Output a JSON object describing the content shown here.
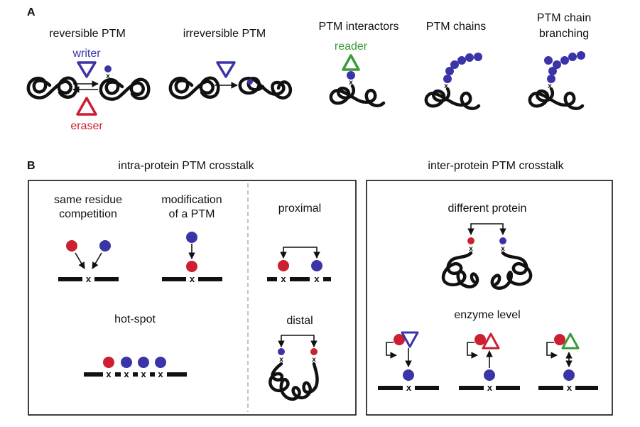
{
  "colors": {
    "blue": "#3a34a8",
    "red": "#cc1f2f",
    "green": "#3a9a3a",
    "black": "#111111"
  },
  "icons": [
    "protein-coil",
    "ptm-circle",
    "triangle-enzyme",
    "residue-bar",
    "x-mark"
  ],
  "panel_a": {
    "letter": "A",
    "reversible": {
      "title": "reversible PTM",
      "writer": "writer",
      "eraser": "eraser"
    },
    "irreversible": {
      "title": "irreversible PTM"
    },
    "interactors": {
      "title": "PTM interactors",
      "reader": "reader"
    },
    "chains": {
      "title": "PTM chains"
    },
    "branching": {
      "title_line1": "PTM chain",
      "title_line2": "branching"
    }
  },
  "panel_b": {
    "letter": "B",
    "intra_title": "intra-protein PTM crosstalk",
    "inter_title": "inter-protein PTM crosstalk",
    "same_residue": {
      "line1": "same residue",
      "line2": "competition"
    },
    "modification": {
      "line1": "modification",
      "line2": "of a PTM"
    },
    "proximal": "proximal",
    "distal": "distal",
    "hotspot": "hot-spot",
    "different_protein": "different protein",
    "enzyme_level": "enzyme level"
  },
  "marker_char": "x"
}
